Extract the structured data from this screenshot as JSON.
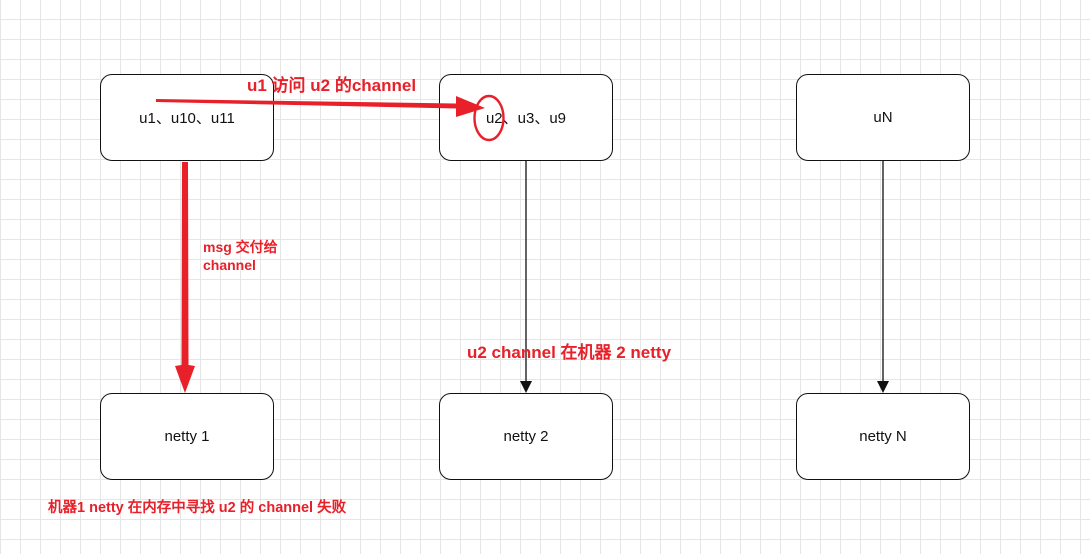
{
  "nodes": {
    "user_group_1": "u1、u10、u11",
    "user_group_2": "u2、u3、u9",
    "user_group_n": "uN",
    "netty_1": "netty 1",
    "netty_2": "netty 2",
    "netty_n": "netty N"
  },
  "annotations": {
    "access_label": "u1 访问 u2 的channel",
    "deliver_label_line1": "msg 交付给",
    "deliver_label_line2": "channel",
    "u2_location_label": "u2 channel 在机器 2 netty",
    "failure_label": "机器1 netty 在内存中寻找 u2 的 channel 失败"
  },
  "colors": {
    "highlight": "#e8202a",
    "stroke": "#111111",
    "grid": "#e6e6e6"
  }
}
